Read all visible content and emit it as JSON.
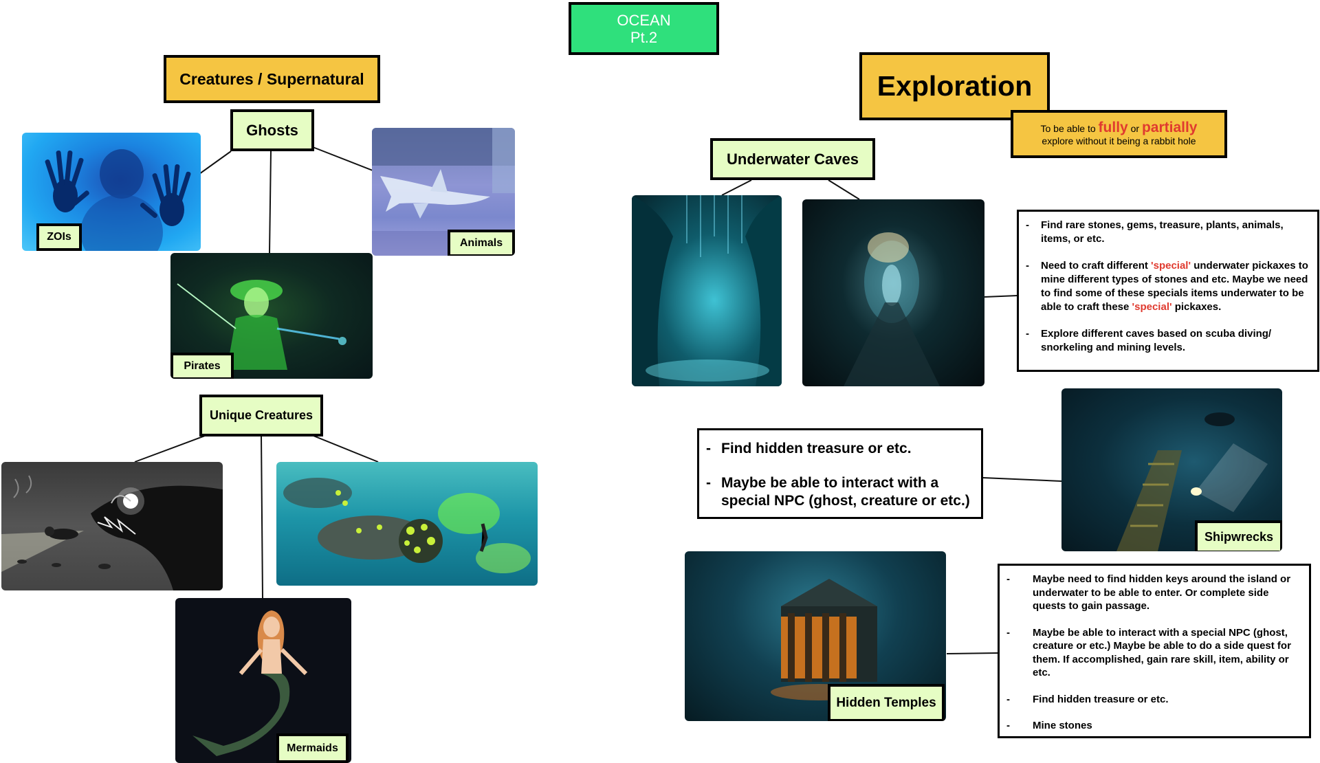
{
  "title": {
    "line1": "OCEAN",
    "line2": "Pt.2"
  },
  "left": {
    "category": "Creatures / Supernatural",
    "ghosts": {
      "label": "Ghosts",
      "items": [
        {
          "label": "ZOIs",
          "icon": "ghost-hands-image"
        },
        {
          "label": "Animals",
          "icon": "ghost-shark-image"
        },
        {
          "label": "Pirates",
          "icon": "ghost-pirate-image"
        }
      ]
    },
    "unique": {
      "label": "Unique Creatures",
      "items": [
        {
          "label": "",
          "icon": "anglerfish-diver-image"
        },
        {
          "label": "",
          "icon": "glowing-sea-creature-image"
        },
        {
          "label": "Mermaids",
          "icon": "mermaid-image"
        }
      ]
    }
  },
  "right": {
    "category": "Exploration",
    "subtitle": {
      "prefix": "To be able to",
      "fully": "fully",
      "or": "or",
      "partially": "partially",
      "line2": "explore without it being a rabbit hole"
    },
    "caves": {
      "label": "Underwater Caves",
      "notes": [
        {
          "text": "Find rare stones, gems, treasure, plants, animals, items, or etc."
        },
        {
          "before": "Need to craft different ",
          "special1": "'special'",
          "middle": " underwater pickaxes to mine different types of stones and etc. Maybe we need to find some of these specials items underwater to be able to craft these ",
          "special2": "'special'",
          "after": " pickaxes."
        },
        {
          "text": "Explore different caves based on scuba diving/ snorkeling and mining levels."
        }
      ]
    },
    "shipwrecks": {
      "label": "Shipwrecks",
      "notes": [
        "Find hidden treasure or etc.",
        "Maybe be able to interact with a special NPC (ghost, creature or etc.)"
      ]
    },
    "temples": {
      "label": "Hidden Temples",
      "notes": [
        "Maybe need to find hidden keys around the island or underwater to be able to enter.  Or complete side quests to gain passage.",
        "Maybe be able to interact with a special NPC (ghost, creature or etc.) Maybe be able to do a side quest for them. If accomplished, gain rare skill, item, ability or etc.",
        "Find hidden treasure or etc.",
        "Mine stones"
      ]
    }
  },
  "colors": {
    "category_yellow": "#f5c542",
    "label_green": "#e6fdc4",
    "title_green": "#2fe07c",
    "accent_red": "#e03a2f"
  }
}
